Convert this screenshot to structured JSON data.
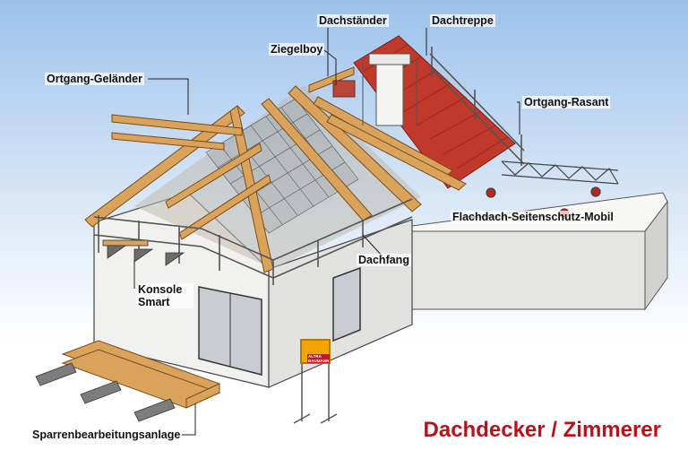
{
  "labels": {
    "dachstaender": "Dachständer",
    "dachtreppe": "Dachtreppe",
    "ziegelboy": "Ziegelboy",
    "ortgang_gelaender": "Ortgang-Geländer",
    "ortgang_rasant": "Ortgang-Rasant",
    "flachdach": "Flachdach-Seitenschutz-Mobil",
    "dachfang": "Dachfang",
    "konsole_smart": "Konsole Smart",
    "sparren": "Sparrenbearbeitungsanlage"
  },
  "title": "Dachdecker / Zimmerer",
  "sign_text": "ALTRA BAUMANN",
  "colors": {
    "title": "#b3141c",
    "timber": "#d9a35c",
    "roof_tile": "#c0392b",
    "wall": "#efefed",
    "sky_top": "#9cc2ec",
    "sign": "#f2a400"
  }
}
